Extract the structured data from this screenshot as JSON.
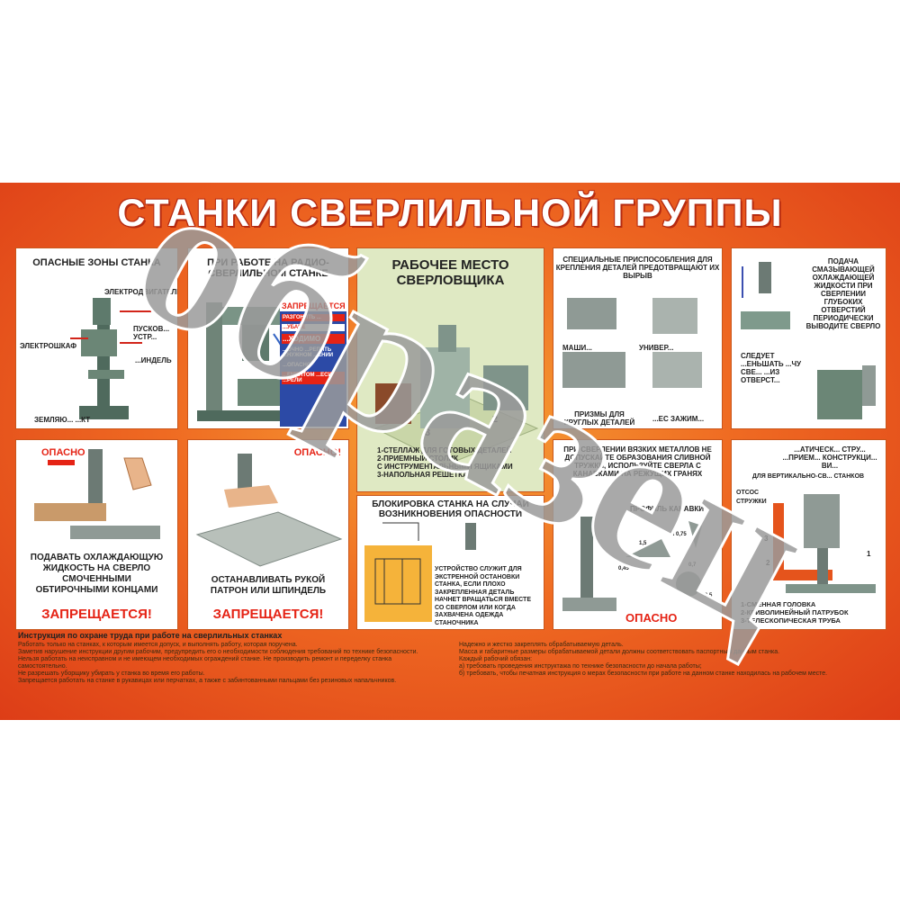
{
  "title": "СТАНКИ СВЕРЛИЛЬНОЙ ГРУППЫ",
  "watermark": "образец",
  "panels": {
    "zones": {
      "title": "ОПАСНЫЕ ЗОНЫ СТАНКА",
      "labels": [
        "ЭЛЕКТРОДВИГАТЕЛЬ",
        "ПУСКОВ... УСТР...",
        "ЭЛЕКТРОШКАФ",
        "...ИНДЕЛЬ",
        "ЗЕМЛЯЮ... ...КТ"
      ]
    },
    "radial": {
      "title": "ПРИ РАБОТЕ НА РАДИО-СВЕРЛИЛЬНОМ СТАНКЕ",
      "forbid_tag": "ЗАПРЕЩАЕТСЯ",
      "tags": [
        "РАЗГОНЯТЬ ...",
        "...УБАВЕ",
        "...ХОДИМО",
        "...ОЧНО ...РЕПИТЬ ...НУЖНОМ ...ЕНИИ",
        "...ОПАСНО",
        "...ЕМЕНТОМ ...ЕСИ ...РЕЛИ"
      ]
    },
    "workplace": {
      "title": "РАБОЧЕЕ МЕСТО СВЕРЛОВЩИКА",
      "numbers": [
        "3",
        "2"
      ],
      "legend": [
        "1-СТЕЛЛАЖ ДЛЯ ГОТОВЫХ ДЕТАЛЕЙ",
        "2-ПРИЕМНЫЙ СТОЛИК",
        "С ИНСТРУМЕНТАЛЬНЫМИ ЯЩИКАМИ",
        "3-НАПОЛЬНАЯ РЕШЕТКА"
      ]
    },
    "fixtures": {
      "title": "СПЕЦИАЛЬНЫЕ ПРИСПОСОБЛЕНИЯ ДЛЯ КРЕПЛЕНИЯ ДЕТАЛЕЙ ПРЕДОТВРАЩАЮТ ИХ ВЫРЫВ",
      "labels": [
        "МАШИ...",
        "УНИВЕР...",
        "ПРИЗМЫ ДЛЯ КРУГЛЫХ ДЕТАЛЕЙ",
        "...ЕС ЗАЖИМ..."
      ]
    },
    "deep": {
      "text": "ПОДАЧА СМАЗЫВАЮЩЕЙ ОХЛАЖДАЮЩЕЙ ЖИДКОСТИ ПРИ СВЕРЛЕНИИ ГЛУБОКИХ ОТВЕРСТИЙ ПЕРИОДИЧЕСКИ ВЫВОДИТЕ СВЕРЛО",
      "text2": "СЛЕДУЕТ ...ЕНЬШАТЬ ...ЧУ СВЕ... ...ИЗ ОТВЕРСТ..."
    },
    "coolant": {
      "danger": "ОПАСНО",
      "text": "ПОДАВАТЬ ОХЛАЖДАЮЩУЮ ЖИДКОСТЬ НА СВЕРЛО СМОЧЕННЫМИ ОБТИРОЧНЫМИ КОНЦАМИ",
      "forbid": "ЗАПРЕЩАЕТСЯ!"
    },
    "stop": {
      "danger": "ОПАСНО!",
      "text": "ОСТАНАВЛИВАТЬ РУКОЙ ПАТРОН ИЛИ ШПИНДЕЛЬ",
      "forbid": "ЗАПРЕЩАЕТСЯ!"
    },
    "block": {
      "title": "БЛОКИРОВКА СТАНКА НА СЛУЧАЙ ВОЗНИКНОВЕНИЯ ОПАСНОСТИ",
      "text": "УСТРОЙСТВО СЛУЖИТ ДЛЯ ЭКСТРЕННОЙ ОСТАНОВКИ СТАНКА, ЕСЛИ ПЛОХО ЗАКРЕПЛЕННАЯ ДЕТАЛЬ НАЧНЕТ ВРАЩАТЬСЯ ВМЕСТЕ СО СВЕРЛОМ ИЛИ КОГДА ЗАХВАЧЕНА ОДЕЖДА СТАНОЧНИКА"
    },
    "viscous": {
      "text": "ПРИ СВЕРЛЕНИИ ВЯЗКИХ МЕТАЛЛОВ НЕ ДОПУСКАЙТЕ ОБРАЗОВАНИЯ СЛИВНОЙ ТРУЖКИ, ИСПОЛЬЗУЙТЕ СВЕРЛА С КАНАВКАМИ НА РЕЖУЩИХ ГРАНЯХ",
      "profile": "ПРОФИЛЬ КАНАВКИ",
      "dims": [
        "R 0,75",
        "1,5",
        "0,45",
        "0,7",
        "0,5"
      ],
      "danger": "ОПАСНО"
    },
    "chips": {
      "title": "...АТИЧЕСК... СТРУ... ...ПРИЕМ... КОНСТРУКЦИ... ВИ...",
      "subtitle": "ДЛЯ ВЕРТИКАЛЬНО-СВ... СТАНКОВ",
      "otsos": "ОТСОС СТРУЖКИ",
      "numbers": [
        "3",
        "2",
        "1"
      ],
      "legend": [
        "1-СМЕННАЯ ГОЛОВКА",
        "2-КРИВОЛИНЕЙНЫЙ ПАТРУБОК",
        "3-ТЕЛЕСКОПИЧЕСКАЯ ТРУБА"
      ]
    }
  },
  "instructions": {
    "heading": "Инструкция по охране труда при работе на сверлильных станках",
    "left": [
      "Работать только на станках, к которым имеется допуск, и выполнять работу, которая поручена.",
      "Заметив нарушение инструкции другим рабочим, предупредить его о необходимости соблюдения требований по технике безопасности.",
      "Нельзя работать на неисправном и не имеющем необходимых ограждений станке. Не производить ремонт и переделку станка самостоятельно.",
      "Не разрешать уборщику убирать у станка во время его работы.",
      "Запрещается работать на станке в рукавицах или перчатках, а также с забинтованными пальцами без резиновых напальчников."
    ],
    "right": [
      "Надежно и жестко закреплять обрабатываемую деталь.",
      "Масса и габаритные размеры обрабатываемой детали должны соответствовать паспортным данным станка.",
      "Каждый рабочий обязан:",
      "а) требовать проведения инструктажа по технике безопасности до начала работы;",
      "б) требовать, чтобы печатная инструкция о мерах безопасности при работе на данном станке находилась на рабочем месте."
    ]
  },
  "colors": {
    "poster_bg": "#ef6a22",
    "danger_red": "#e52315",
    "panel_green": "#dfe9c3",
    "watermark": "#9a9a9a"
  }
}
